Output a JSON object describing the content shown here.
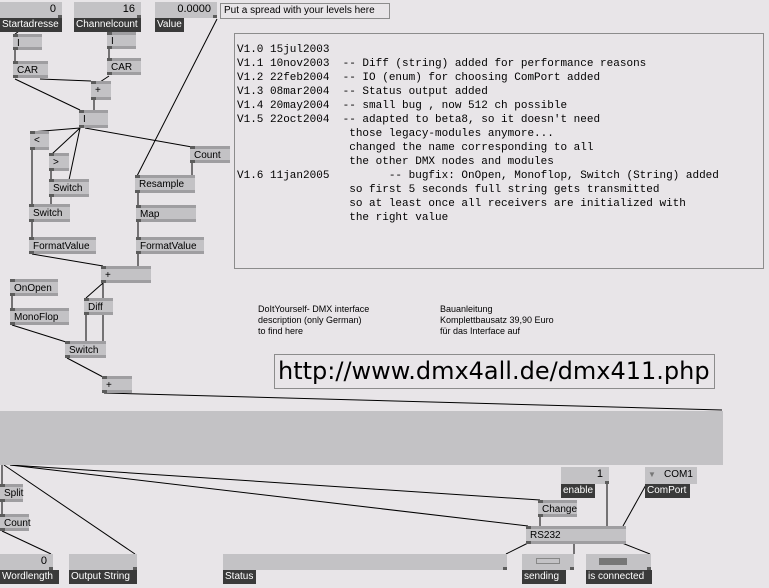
{
  "iobox": {
    "startadresse": {
      "value": "0",
      "label": "Startadresse"
    },
    "channelcount": {
      "value": "16",
      "label": "Channelcount"
    },
    "value": {
      "value": "0.0000",
      "label": "Value"
    },
    "enable": {
      "value": "1",
      "label": "enable"
    },
    "comport": {
      "value": "COM1",
      "label": "ComPort"
    },
    "wordlength": {
      "value": "0",
      "label": "Wordlength"
    },
    "output_string": {
      "value": "",
      "label": "Output String"
    },
    "status": {
      "value": "",
      "label": "Status"
    },
    "sending": {
      "label": "sending"
    },
    "is_connected": {
      "label": "is connected"
    }
  },
  "spread_hint": "Put a spread with your levels here",
  "nodes": {
    "i1": "I",
    "car1": "CAR",
    "i2": "I",
    "car2": "CAR",
    "plus1": "+",
    "i3": "I",
    "lt": "<",
    "gt": ">",
    "switch1": "Switch",
    "switch2": "Switch",
    "format1": "FormatValue",
    "count1": "Count",
    "resample": "Resample",
    "map": "Map",
    "format2": "FormatValue",
    "plus2": "+",
    "onopen": "OnOpen",
    "monoflop": "MonoFlop",
    "diff": "Diff",
    "switch3": "Switch",
    "plus3": "+",
    "split": "Split",
    "count2": "Count",
    "change": "Change",
    "rs232": "RS232"
  },
  "notes": "V1.0 15jul2003\nV1.1 10nov2003  -- Diff (string) added for performance reasons\nV1.2 22feb2004  -- IO (enum) for choosing ComPort added\nV1.3 08mar2004  -- Status output added\nV1.4 20may2004  -- small bug , now 512 ch possible\nV1.5 22oct2004  -- adapted to beta8, so it doesn't need\n                 those legacy-modules anymore...\n                 changed the name corresponding to all\n                 the other DMX nodes and modules\nV1.6 11jan2005         -- bugfix: OnOpen, Monoflop, Switch (String) added\n                 so first 5 seconds full string gets transmitted\n                 so at least once all receivers are initialized with\n                 the right value",
  "diy_text": "DoItYourself- DMX interface\ndescription (only German)\nto find here",
  "bau_text": "Bauanleitung\nKomplettbausatz 39,90 Euro\nfür das Interface auf",
  "url": "http://www.dmx4all.de/dmx411.php",
  "colors": {
    "background": "#e8e5e8",
    "node": "#c3c2c5",
    "label": "#3a3a3a"
  }
}
